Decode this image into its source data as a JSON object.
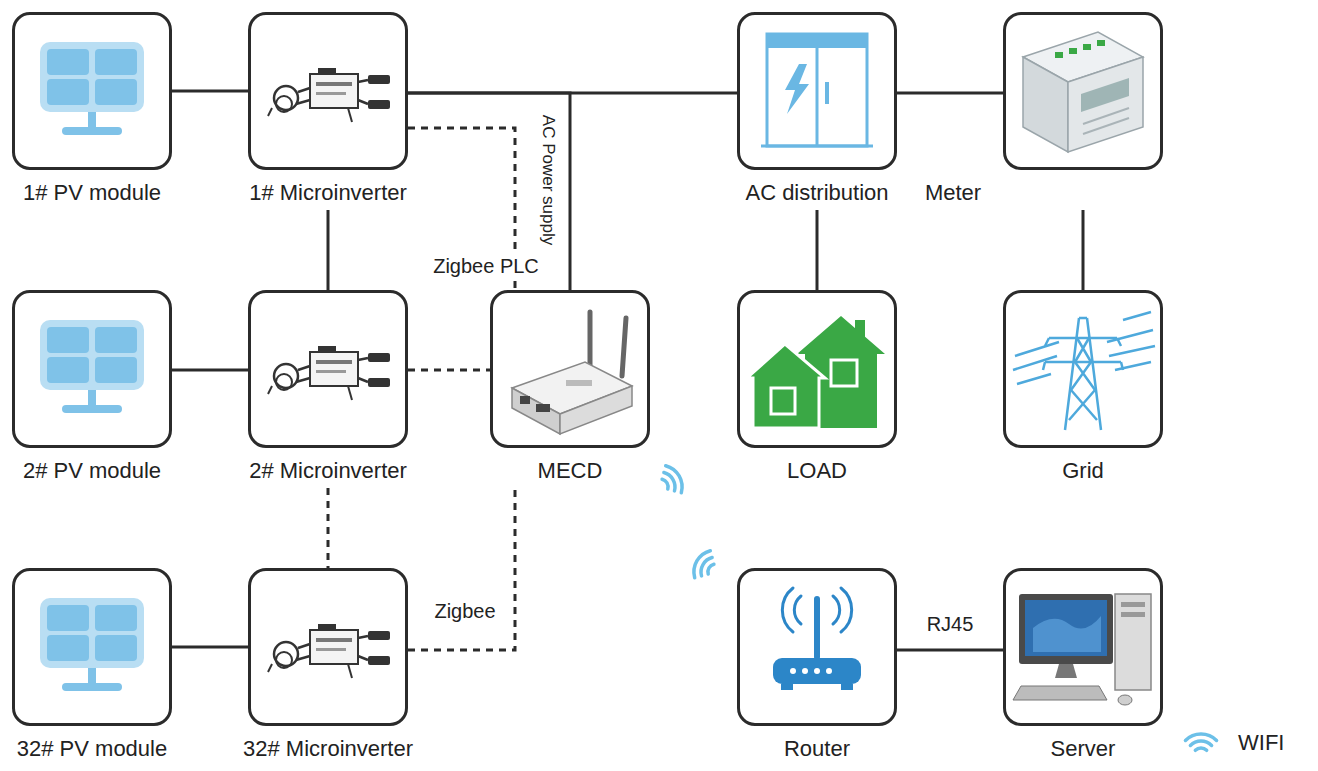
{
  "diagram": {
    "nodes": [
      {
        "text": [
          "1# PV module"
        ]
      },
      {
        "text": [
          "1# Microinverter"
        ]
      },
      {
        "text": [
          "AC distribution"
        ]
      },
      {
        "text": [
          "Meter"
        ]
      },
      {
        "text": [
          "2# PV module"
        ]
      },
      {
        "text": [
          "2# Microinverter"
        ]
      },
      {
        "text": [
          "MECD"
        ]
      },
      {
        "text": [
          "LOAD"
        ]
      },
      {
        "text": [
          "Grid"
        ]
      },
      {
        "text": [
          "32# PV module"
        ]
      },
      {
        "text": [
          "32# Microinverter"
        ]
      },
      {
        "text": [
          "Router"
        ]
      },
      {
        "text": [
          "Server"
        ]
      }
    ],
    "edges": [
      {
        "from": 0,
        "to": 1,
        "arrow": "none"
      },
      {
        "from": 1,
        "to": 2,
        "arrow": "none"
      },
      {
        "from": 2,
        "to": 3,
        "arrow": "none"
      },
      {
        "from": 1,
        "to": 5,
        "arrow": "none"
      },
      {
        "from": 2,
        "to": 7,
        "arrow": "none"
      },
      {
        "from": 3,
        "to": 8,
        "arrow": "none"
      },
      {
        "from": 1,
        "to": 6,
        "label": "AC Power supply",
        "arrow": "none"
      },
      {
        "from": 1,
        "to": 6,
        "label": "Zigbee PLC",
        "arrow": "none"
      },
      {
        "from": 4,
        "to": 5,
        "arrow": "none"
      },
      {
        "from": 5,
        "to": 6,
        "arrow": "none"
      },
      {
        "from": 5,
        "to": 10,
        "arrow": "none"
      },
      {
        "from": 9,
        "to": 10,
        "arrow": "none"
      },
      {
        "from": 10,
        "to": 6,
        "label": "Zigbee",
        "arrow": "none"
      },
      {
        "from": 11,
        "to": 12,
        "label": "RJ45",
        "arrow": "none"
      }
    ],
    "legend": [
      {
        "text": "WIFI"
      }
    ]
  }
}
